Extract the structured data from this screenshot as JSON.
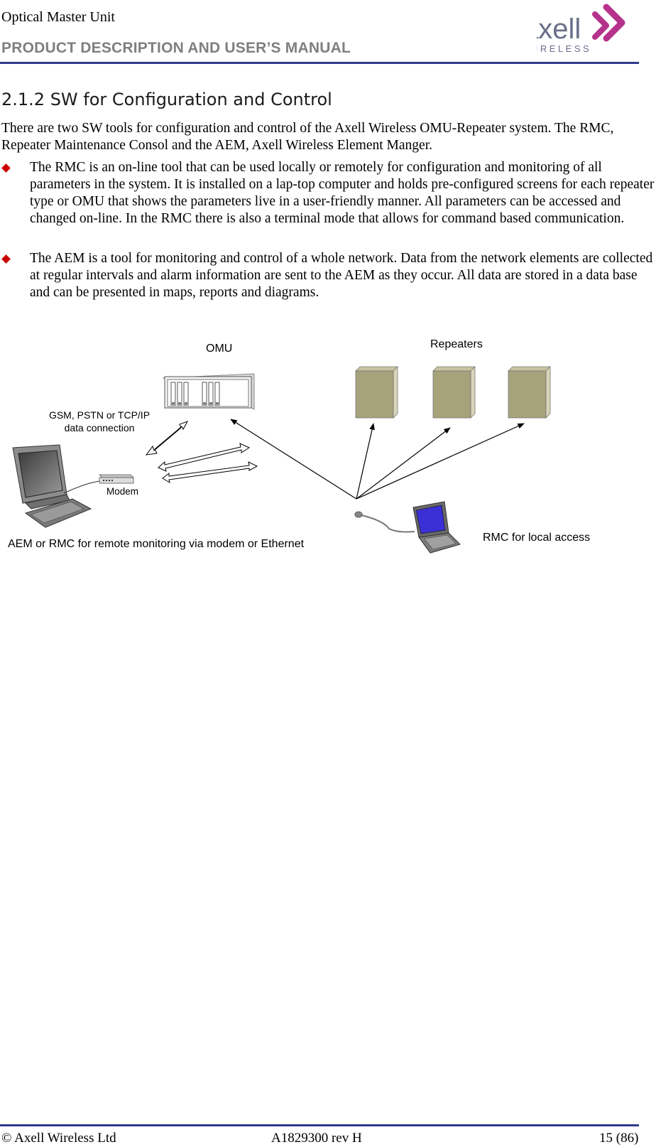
{
  "header": {
    "title": "Optical Master Unit",
    "subtitle": "PRODUCT DESCRIPTION AND USER’S MANUAL",
    "logo": {
      "word": "axell",
      "sub": "WIRELESS"
    }
  },
  "section": {
    "heading": "2.1.2 SW for Configuration and Control",
    "intro": "There are two SW tools for configuration and control of the Axell Wireless OMU-Repeater system. The RMC, Repeater Maintenance Consol and the AEM, Axell Wireless Element Manger.",
    "bullets": [
      "The RMC is an on-line tool that can be used locally or remotely for configuration and monitoring of all parameters in the system. It is installed on a lap-top computer and holds pre-configured screens for each repeater type or OMU that shows the parameters live in a user-friendly manner. All parameters can be accessed and changed on-line. In the RMC there is also a terminal mode that allows for command based communication.",
      "The AEM is a tool for monitoring and control of a whole network. Data from the network elements are collected at regular intervals and alarm information are sent to the AEM as they occur. All data are stored in a data base and can be presented in maps, reports and diagrams."
    ]
  },
  "diagram": {
    "omu_label": "OMU",
    "repeaters_label": "Repeaters",
    "connection_label_1": "GSM, PSTN or TCP/IP",
    "connection_label_2": "data connection",
    "modem_label": "Modem",
    "remote_label": "AEM or RMC for remote monitoring via modem or Ethernet",
    "local_label": "RMC for local access"
  },
  "footer": {
    "copyright": "© Axell Wireless Ltd",
    "doc_id": "A1829300 rev H",
    "page": "15 (86)"
  },
  "colors": {
    "rule": "#2e3a8c",
    "bullet": "#cc0000",
    "logo_text": "#6b6f8a",
    "logo_accent": "#b5338a",
    "repeater_fill": "#a6a27a"
  }
}
